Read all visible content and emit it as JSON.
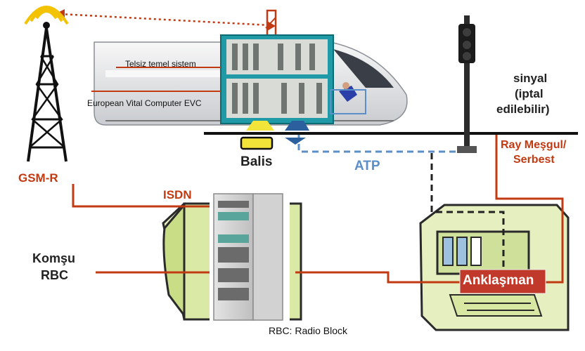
{
  "labels": {
    "gsmr": "GSM-R",
    "isdn": "ISDN",
    "komsu_line1": "Komşu",
    "komsu_line2": "RBC",
    "balis": "Balis",
    "atp": "ATP",
    "sinyal_line1": "sinyal",
    "sinyal_line2": "(iptal",
    "sinyal_line3": "edilebilir)",
    "ray_line1": "Ray Meşgul/",
    "ray_line2": "Serbest",
    "telsiz": "Telsiz temel sistem",
    "evc": "European Vital Computer EVC",
    "anklasman": "Anklaşman",
    "rbc_caption": "RBC: Radio Block"
  },
  "colors": {
    "link_red": "#c23a12",
    "atp_blue": "#5b8fc7",
    "dashed_black": "#222222",
    "anklasman_box": "#c0392b",
    "computer_green": "#dbe9a6",
    "balis_yellow": "#f3e43a"
  },
  "icons": {
    "tower": "gsm-r-tower-icon",
    "signal": "railway-signal-icon",
    "train": "high-speed-train-icon",
    "computer_left": "rbc-computer-icon",
    "computer_right": "interlocking-computer-icon",
    "rack": "server-rack-icon"
  }
}
